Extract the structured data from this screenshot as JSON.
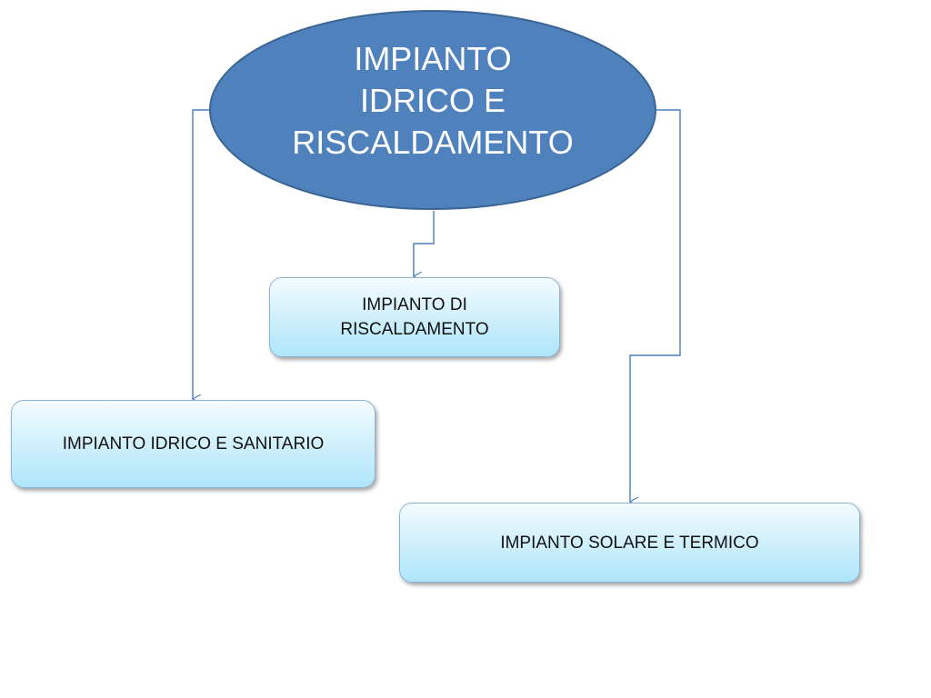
{
  "root": {
    "label_lines": [
      "IMPIANTO",
      "IDRICO E",
      "RISCALDAMENTO"
    ],
    "fill": "#4f81bd",
    "stroke": "#3a6594"
  },
  "nodes": {
    "riscaldamento": {
      "label_lines": [
        "IMPIANTO DI",
        "RISCALDAMENTO"
      ]
    },
    "sanitario": {
      "label": "IMPIANTO IDRICO E SANITARIO"
    },
    "solare": {
      "label": "IMPIANTO SOLARE E TERMICO"
    }
  },
  "connector_color": "#4a7ebb",
  "edges": [
    {
      "from": "root",
      "to": "riscaldamento"
    },
    {
      "from": "root",
      "to": "sanitario"
    },
    {
      "from": "root",
      "to": "solare"
    }
  ]
}
